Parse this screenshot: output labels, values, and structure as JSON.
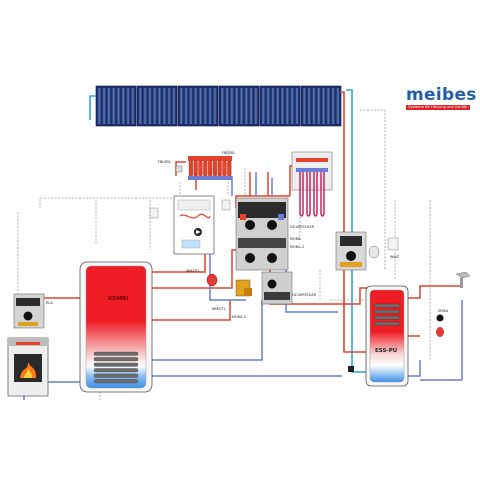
{
  "brand": {
    "name": "meibes",
    "tagline": "Systeme für Heizung und Sanitär",
    "colors": {
      "word": "#1f5fa8",
      "tagline_bg": "#d8242b"
    }
  },
  "tanks": {
    "buffer": {
      "label": "KOMBI"
    },
    "dhw": {
      "label": "ESS-PU"
    }
  },
  "labels": {
    "heat_circuits": "FBHZKL",
    "room_thermostat": "FBHZKL",
    "mixer_main": "HZ-VERTEILER",
    "module_a": "MOBIL",
    "module_b": "MOBIL-2",
    "mixer_low": "HZ-VERTEILER",
    "boiler_valve": "WMZ/TL",
    "boiler_group": "WMZ/TL",
    "station_low": "MOBIL-2",
    "dhw_station": "WWZ",
    "tap": "ZIRKU",
    "wood_group": "RLA"
  },
  "colors": {
    "supply": "#e2432c",
    "return": "#6b7bd6",
    "solar": "#2ca7d4",
    "signal": "#9a9a9a",
    "tank_hot": "#ee1c24",
    "tank_cold": "#3c8fe8"
  },
  "icons": {
    "collector": "solar-collector-icon",
    "radiator": "radiator-icon",
    "boiler": "gas-boiler-icon",
    "pump": "pump-icon",
    "expansion": "expansion-vessel-icon",
    "stove": "wood-stove-icon",
    "tap": "faucet-icon",
    "sensor": "temperature-sensor-icon"
  }
}
